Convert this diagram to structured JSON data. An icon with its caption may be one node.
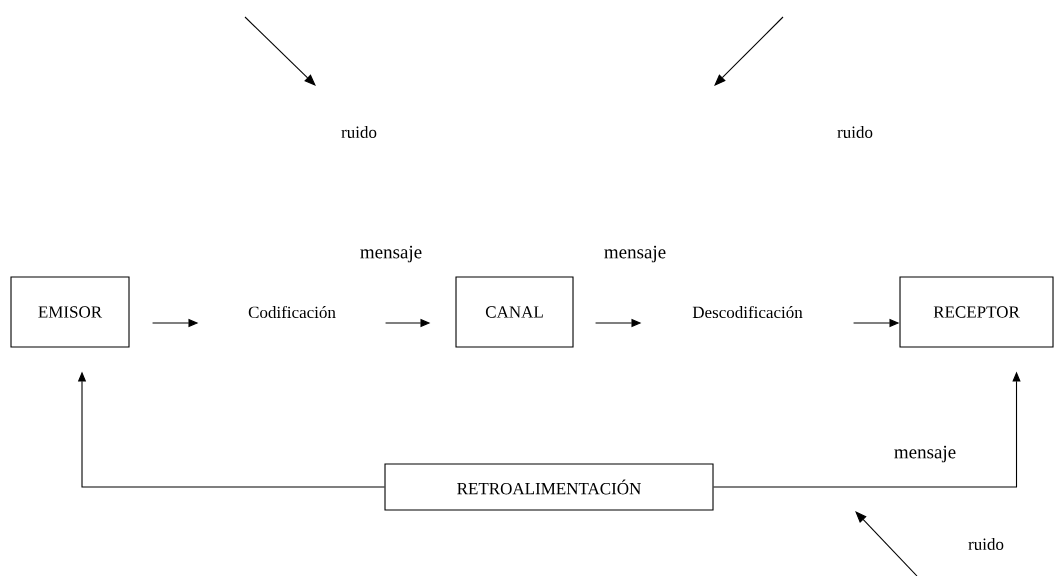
{
  "diagram": {
    "nodes": [
      {
        "text": [
          "EMISOR"
        ]
      },
      {
        "text": [
          "Codificación"
        ]
      },
      {
        "text": [
          "CANAL"
        ]
      },
      {
        "text": [
          "Descodificación"
        ]
      },
      {
        "text": [
          "RECEPTOR"
        ]
      },
      {
        "text": [
          "RETROALIMENTACIÓN"
        ]
      }
    ],
    "edges": [
      {
        "from": 0,
        "to": 1,
        "arrow": "to"
      },
      {
        "from": 1,
        "to": 2,
        "arrow": "to"
      },
      {
        "from": 2,
        "to": 3,
        "arrow": "to"
      },
      {
        "from": 3,
        "to": 4,
        "arrow": "to"
      },
      {
        "from": 5,
        "to": 0,
        "arrow": "to"
      },
      {
        "from": 5,
        "to": 4,
        "arrow": "to"
      }
    ],
    "labels": [
      "ruido",
      "ruido",
      "mensaje",
      "mensaje",
      "mensaje",
      "ruido"
    ]
  }
}
